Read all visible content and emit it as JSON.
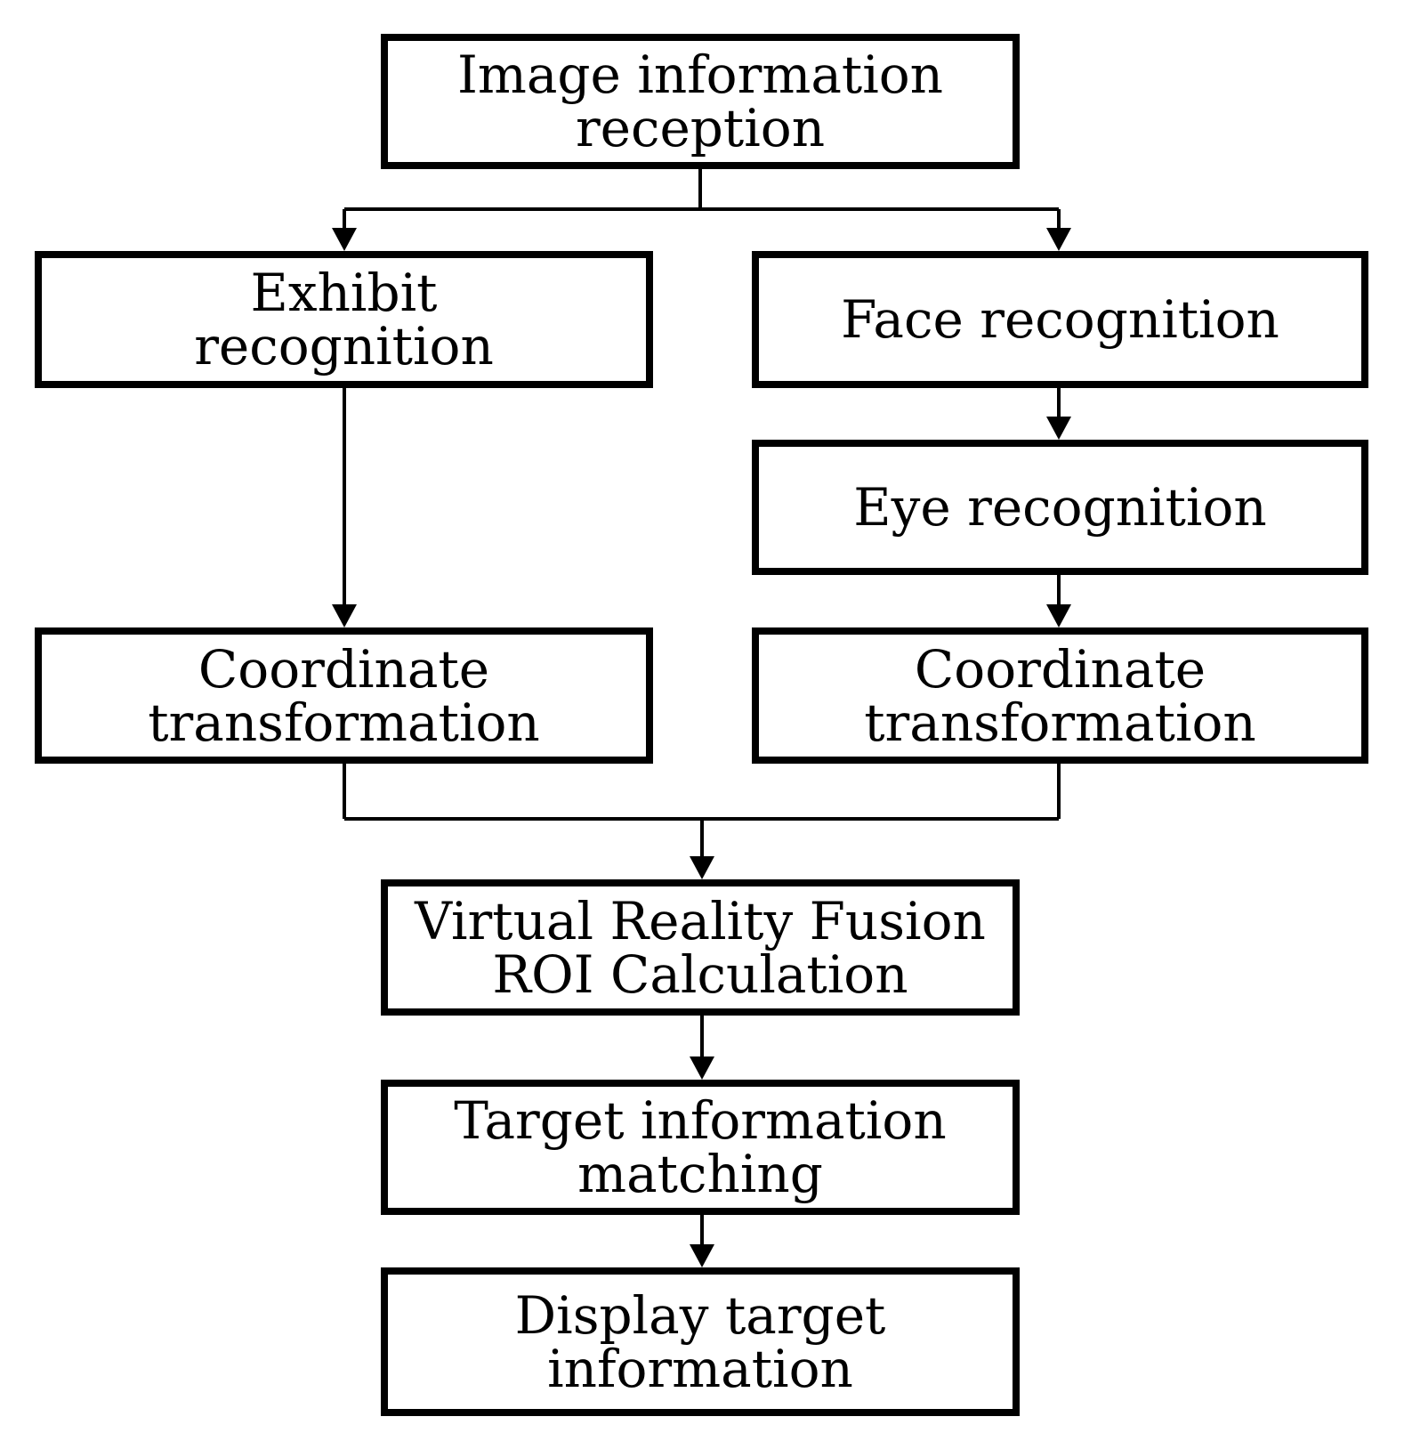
{
  "nodes": {
    "image_reception": {
      "line1": "Image information",
      "line2": "reception"
    },
    "exhibit_recognition": {
      "line1": "Exhibit",
      "line2": "recognition"
    },
    "face_recognition": {
      "line1": "Face recognition"
    },
    "eye_recognition": {
      "line1": "Eye recognition"
    },
    "coordinate_transformation_left": {
      "line1": "Coordinate",
      "line2": "transformation"
    },
    "coordinate_transformation_right": {
      "line1": "Coordinate",
      "line2": "transformation"
    },
    "vr_fusion": {
      "line1": "Virtual Reality Fusion",
      "line2": "ROI Calculation"
    },
    "target_matching": {
      "line1": "Target information",
      "line2": "matching"
    },
    "display_target": {
      "line1": "Display target",
      "line2": "information"
    }
  },
  "edges": [
    {
      "from": "image_reception",
      "to": "exhibit_recognition"
    },
    {
      "from": "image_reception",
      "to": "face_recognition"
    },
    {
      "from": "face_recognition",
      "to": "eye_recognition"
    },
    {
      "from": "exhibit_recognition",
      "to": "coordinate_transformation_left"
    },
    {
      "from": "eye_recognition",
      "to": "coordinate_transformation_right"
    },
    {
      "from": "coordinate_transformation_left",
      "to": "vr_fusion"
    },
    {
      "from": "coordinate_transformation_right",
      "to": "vr_fusion"
    },
    {
      "from": "vr_fusion",
      "to": "target_matching"
    },
    {
      "from": "target_matching",
      "to": "display_target"
    }
  ],
  "colors": {
    "stroke": "#000000",
    "fill": "#ffffff",
    "text": "#000000"
  }
}
